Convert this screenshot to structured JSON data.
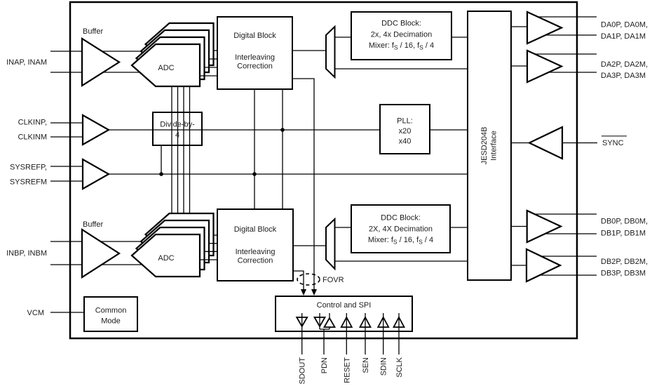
{
  "colors": {
    "ink": "#000000",
    "text": "#1c1c1c",
    "background": "#ffffff"
  },
  "blocks": {
    "buffer_a": "Buffer",
    "buffer_b": "Buffer",
    "adc": "ADC",
    "divide": [
      "Divide-by-",
      "4"
    ],
    "digital": [
      "Digital Block",
      "Interleaving",
      "Correction"
    ],
    "ddc_a": [
      "DDC Block:",
      "2x, 4x Decimation"
    ],
    "ddc_b": [
      "DDC Block:",
      "2X, 4X Decimation"
    ],
    "mixer": {
      "p1": "Mixer: f",
      "s1": "S",
      "p2": " / 16, f",
      "s2": "S",
      "p3": " / 4"
    },
    "pll": [
      "PLL:",
      "x20",
      "x40"
    ],
    "jesd": [
      "JESD204B",
      "Interface"
    ],
    "control": "Control and SPI",
    "common": [
      "Common",
      "Mode"
    ],
    "fovr": "FOVR"
  },
  "pins": {
    "left": {
      "ina": "INAP, INAM",
      "clkin": [
        "CLKINP,",
        "CLKINM"
      ],
      "sysref": [
        "SYSREFP,",
        "SYSREFM"
      ],
      "inb": "INBP, INBM",
      "vcm": "VCM"
    },
    "right": {
      "da01": [
        "DA0P, DA0M,",
        "DA1P, DA1M"
      ],
      "da23": [
        "DA2P, DA2M,",
        "DA3P, DA3M"
      ],
      "sync": "SYNC",
      "db01": [
        "DB0P, DB0M,",
        "DB1P, DB1M"
      ],
      "db23": [
        "DB2P, DB2M,",
        "DB3P, DB3M"
      ]
    },
    "bottom": [
      "SDOUT",
      "PDN",
      "RESET",
      "SEN",
      "SDIN",
      "SCLK"
    ]
  }
}
